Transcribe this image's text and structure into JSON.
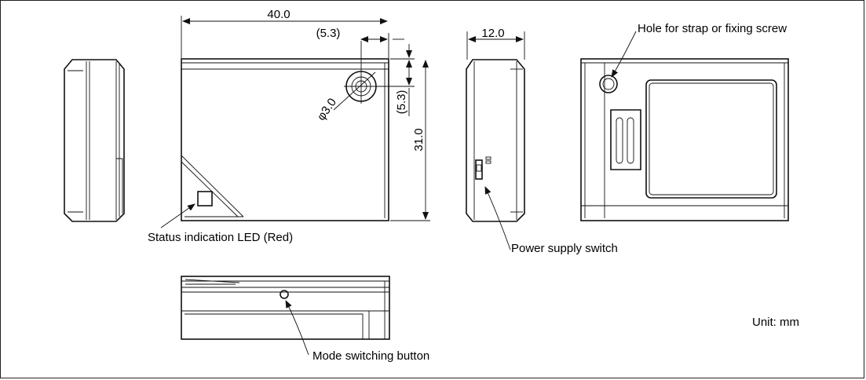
{
  "dimensions": {
    "width": "40.0",
    "hole_offset_x": "(5.3)",
    "hole_offset_y": "(5.3)",
    "height": "31.0",
    "hole_diameter": "φ3.0",
    "depth": "12.0"
  },
  "callouts": {
    "status_led": "Status indication LED (Red)",
    "power_switch": "Power supply switch",
    "strap_hole": "Hole for strap or fixing screw",
    "mode_button": "Mode switching button"
  },
  "unit_label": "Unit: mm"
}
